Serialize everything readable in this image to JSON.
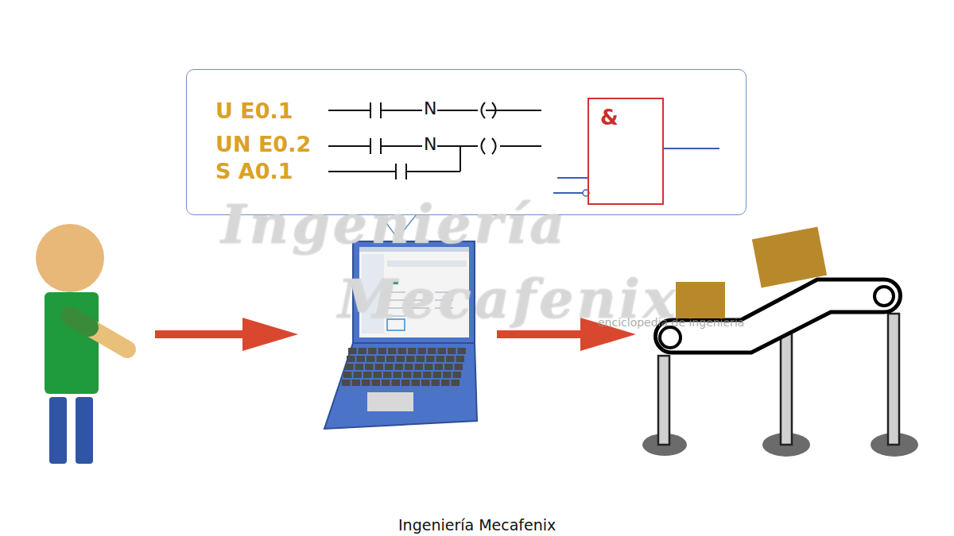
{
  "diagram": {
    "caption": "Ingeniería Mecafenix",
    "nodes": [
      {
        "text": [
          "U E0.1",
          "UN E0.2",
          "S A0.1"
        ]
      },
      {
        "text": [
          "&"
        ],
        "in": 0
      }
    ],
    "labels": [
      "N",
      "N",
      "Ingeniería",
      "Mecafenix",
      "enciclopedia de ingeniería"
    ]
  }
}
